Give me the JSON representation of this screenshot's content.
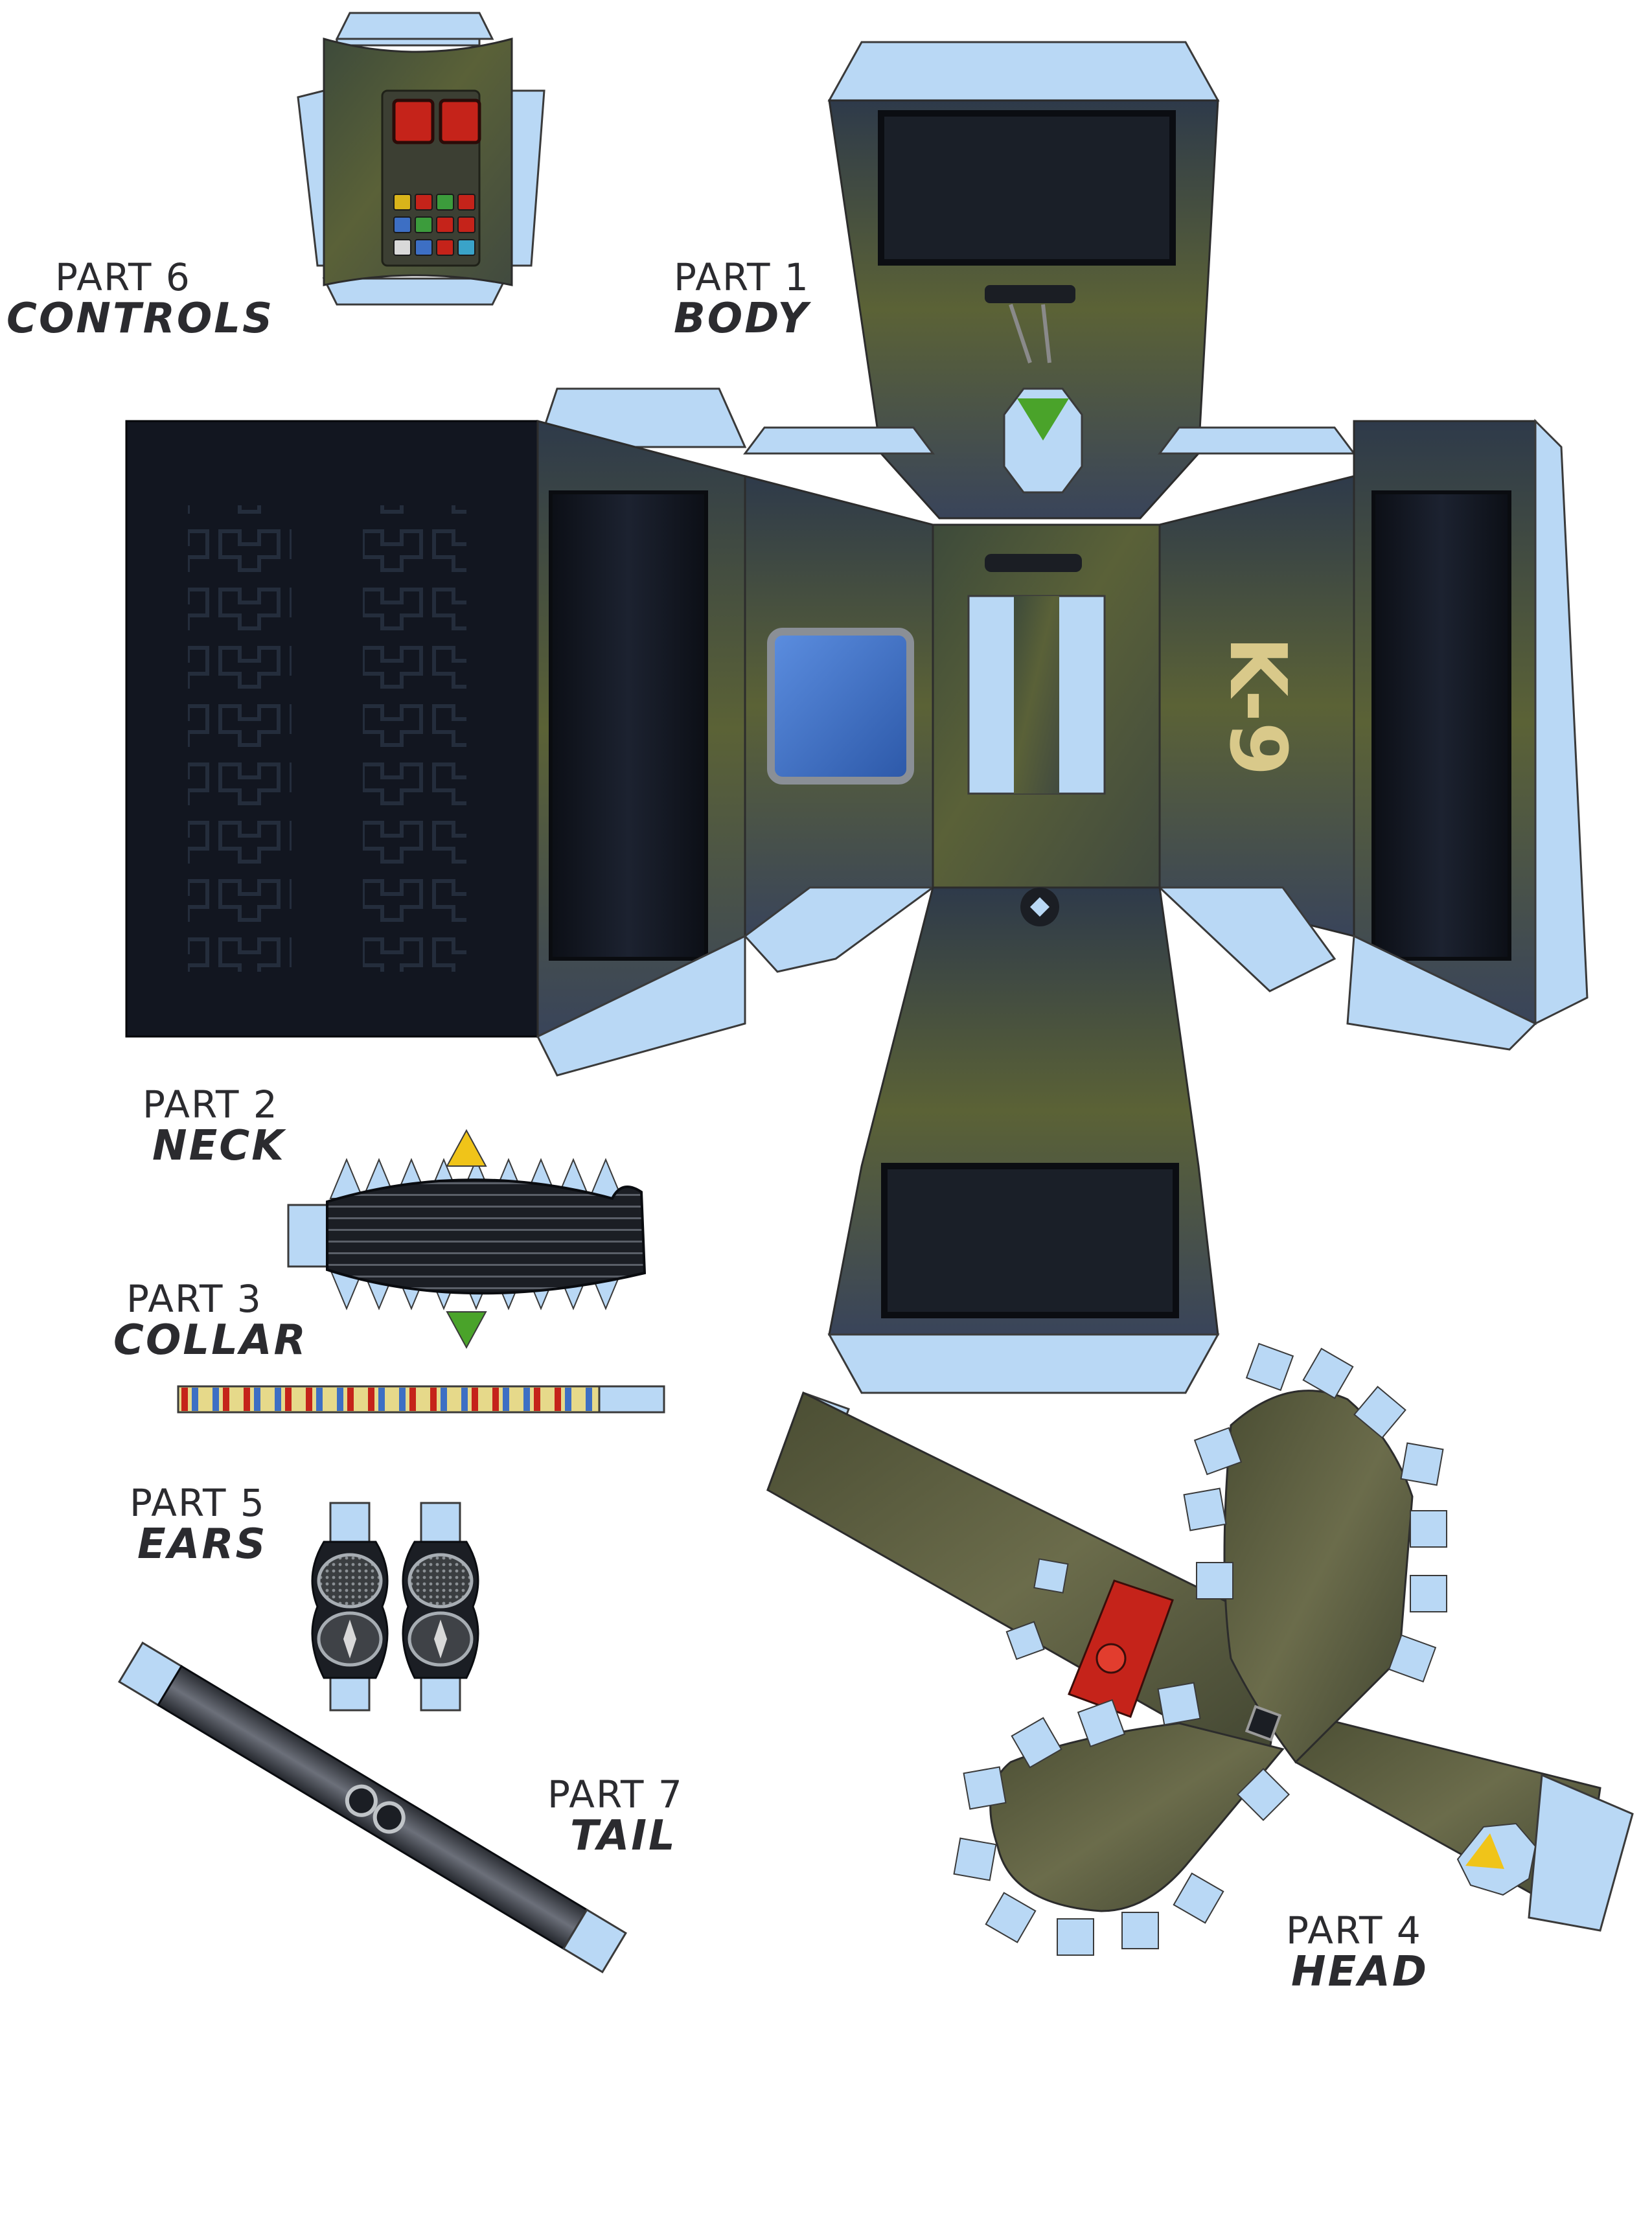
{
  "labels": {
    "part6": {
      "number": "PART 6",
      "name": "CONTROLS"
    },
    "part1": {
      "number": "PART 1",
      "name": "BODY"
    },
    "part2": {
      "number": "PART 2",
      "name": "NECK"
    },
    "part3": {
      "number": "PART 3",
      "name": "COLLAR"
    },
    "part5": {
      "number": "PART 5",
      "name": "EARS"
    },
    "part7": {
      "number": "PART 7",
      "name": "TAIL"
    },
    "part4": {
      "number": "PART 4",
      "name": "HEAD"
    }
  },
  "body_side_text": "K-9",
  "colors": {
    "tab": "#b9d8f5",
    "tab_stroke": "#3a3a3a",
    "metal": "#4f5734",
    "metal_dark": "#2f3424",
    "panel_dark": "#141821",
    "screen_blue": "#3d70c8",
    "red_light": "#c5231a",
    "gold": "#d9c98a",
    "green_tri": "#4aa32a",
    "yellow_tri": "#f0c419",
    "label_text": "#2b2b2f"
  },
  "control_buttons": [
    "#d9b41a",
    "#c5231a",
    "#3c9c3c",
    "#c5231a",
    "#3d6fc4",
    "#3c9c3c",
    "#c5231a",
    "#c5231a",
    "#d9d9d9",
    "#3d6fc4",
    "#c5231a",
    "#3aa3c9"
  ],
  "collar_stripes": [
    "#c5231a",
    "#3d6fc4",
    "#e6d98a",
    "#3d6fc4",
    "#c5231a",
    "#e6d98a"
  ]
}
